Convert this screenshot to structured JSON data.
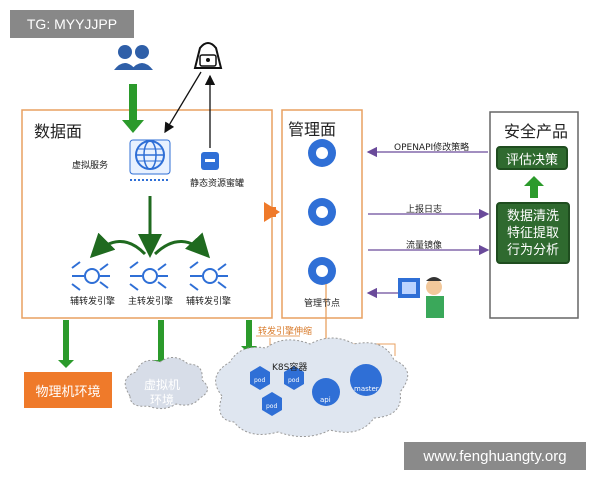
{
  "tags": {
    "top_left": "TG: MYYJJPP",
    "bottom_right": "www.fenghuangty.org"
  },
  "data_plane": {
    "title": "数据面",
    "virtual_service": "虚拟服务",
    "static_resource": "静态资源蜜罐",
    "aux_engine_left": "辅转发引擎",
    "main_engine": "主转发引擎",
    "aux_engine_right": "辅转发引擎"
  },
  "management_plane": {
    "title": "管理面",
    "node_label": "管理节点"
  },
  "security_product": {
    "title": "安全产品",
    "evaluate": "评估决策",
    "analysis_lines": [
      "数据清洗",
      "特征提取",
      "行为分析"
    ]
  },
  "flows": {
    "openapi": "OPENAPI修改策略",
    "report_log": "上报日志",
    "traffic_mirror": "流量镜像",
    "engine_scale": "转发引擎伸缩"
  },
  "environments": {
    "physical": "物理机环境",
    "virtual": "虚拟机\n环境",
    "k8s": "K8S容器"
  },
  "k8s_badges": {
    "pod": "pod",
    "api": "api",
    "master": "master"
  },
  "colors": {
    "border_orange": "#e8a060",
    "green": "#2f6a2f",
    "blue": "#2f6fd6",
    "orange": "#ef7a2a",
    "purple": "#6a4a9a"
  }
}
